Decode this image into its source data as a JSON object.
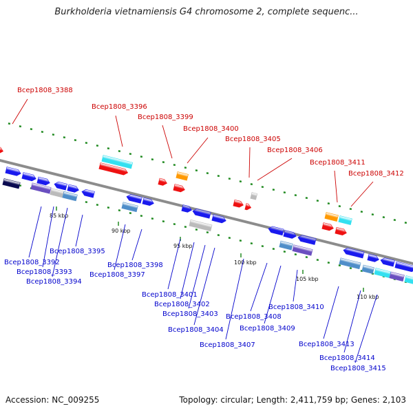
{
  "title": "Burkholderia vietnamiensis G4 chromosome 2, complete sequenc...",
  "footer": {
    "accession": "Accession: NC_009255",
    "topology": "Topology: circular; Length: 2,411,759 bp; Genes: 2,103"
  },
  "ticks": [
    "85 kbp",
    "90 kbp",
    "95 kbp",
    "100 kbp",
    "105 kbp",
    "110 kbp"
  ],
  "labels_top": [
    "Bcep1808_3388",
    "Bcep1808_3396",
    "Bcep1808_3399",
    "Bcep1808_3400",
    "Bcep1808_3405",
    "Bcep1808_3406",
    "Bcep1808_3411",
    "Bcep1808_3412"
  ],
  "labels_bottom": [
    "Bcep1808_3392",
    "Bcep1808_3393",
    "Bcep1808_3394",
    "Bcep1808_3395",
    "Bcep1808_3397",
    "Bcep1808_3398",
    "Bcep1808_3401",
    "Bcep1808_3402",
    "Bcep1808_3403",
    "Bcep1808_3404",
    "Bcep1808_3407",
    "Bcep1808_3408",
    "Bcep1808_3409",
    "Bcep1808_3410",
    "Bcep1808_3413",
    "Bcep1808_3414",
    "Bcep1808_3415"
  ],
  "colors": {
    "top_label": "#cc0000",
    "bottom_label": "#0000cc",
    "backbone": "#8c8c8c",
    "dots": "#228b22",
    "gene_blue": "#1a1aee",
    "gene_red": "#ee1111",
    "gene_cyan": "#33e0f0",
    "gene_orange": "#ff9900",
    "gene_steel": "#4f8ec9",
    "gene_purple": "#6a4fc0",
    "gene_navy": "#0a0a50",
    "gene_gray": "#bbbbbb"
  }
}
